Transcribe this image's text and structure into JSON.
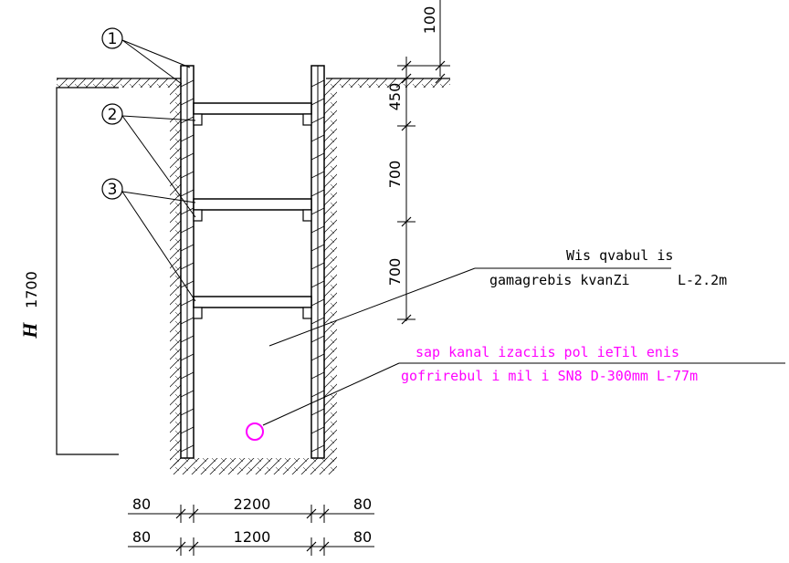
{
  "callouts": [
    "1",
    "2",
    "3"
  ],
  "dimensions": {
    "top": "100",
    "v1": "450",
    "v2": "700",
    "v3": "700",
    "height_symbol": "H",
    "height_value": "1700",
    "row1": {
      "left": "80",
      "mid": "2200",
      "right": "80"
    },
    "row2": {
      "left": "80",
      "mid": "1200",
      "right": "80"
    }
  },
  "labels": {
    "spacer_line1": "Wis qvabul is",
    "spacer_line2": "gamagrebis kvanZi",
    "spacer_length": "L-2.2m",
    "pipe_line1": "sap kanal izaciis pol ieTil enis",
    "pipe_line2": "gofrirebul i mil i SN8 D-300mm L-77m"
  },
  "colors": {
    "ink": "#000000",
    "pipe": "#ff00ff"
  }
}
